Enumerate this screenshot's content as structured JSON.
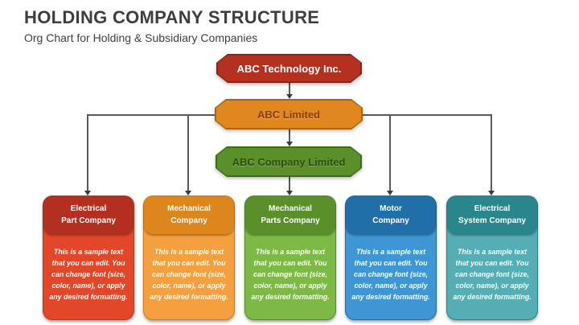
{
  "header": {
    "title": "HOLDING COMPANY STRUCTURE",
    "subtitle": "Org Chart for Holding & Subsidiary Companies"
  },
  "org_chart": {
    "levels": [
      {
        "label": "ABC Technology Inc.",
        "fill": "#b43120",
        "border": "#8e2112",
        "text_color": "#ffffff"
      },
      {
        "label": "ABC Limited",
        "fill": "#e0881d",
        "border": "#aa660b",
        "text_color": "#8a3c05"
      },
      {
        "label": "ABC Company Limited",
        "fill": "#5b8f2a",
        "border": "#3f6b16",
        "text_color": "#2c4b10"
      }
    ],
    "subsidiaries": [
      {
        "title_line1": "Electrical",
        "title_line2": "Part Company",
        "body": "This is a sample text that you can edit. You can change font (size, color, name), or apply any desired formatting.",
        "header_color": "#b33020",
        "body_color": "#e2472a"
      },
      {
        "title_line1": "Mechanical",
        "title_line2": "Company",
        "body": "This is a sample text that you can edit. You can change font (size, color, name), or apply any desired formatting.",
        "header_color": "#dd861c",
        "body_color": "#f4a040"
      },
      {
        "title_line1": "Mechanical",
        "title_line2": "Parts Company",
        "body": "This is a sample text that you can edit. You can change font (size, color, name), or apply any desired formatting.",
        "header_color": "#5b8f2a",
        "body_color": "#7cba45"
      },
      {
        "title_line1": "Motor",
        "title_line2": "Company",
        "body": "This is a sample text that you can edit. You can change font (size, color, name), or apply any desired formatting.",
        "header_color": "#206fa9",
        "body_color": "#3e97d4"
      },
      {
        "title_line1": "Electrical",
        "title_line2": "System Company",
        "body": "This is a sample text that you can edit. You can change font (size, color, name), or apply any desired formatting.",
        "header_color": "#2a868d",
        "body_color": "#54aeb4"
      }
    ],
    "connector_color": "#58595b"
  }
}
